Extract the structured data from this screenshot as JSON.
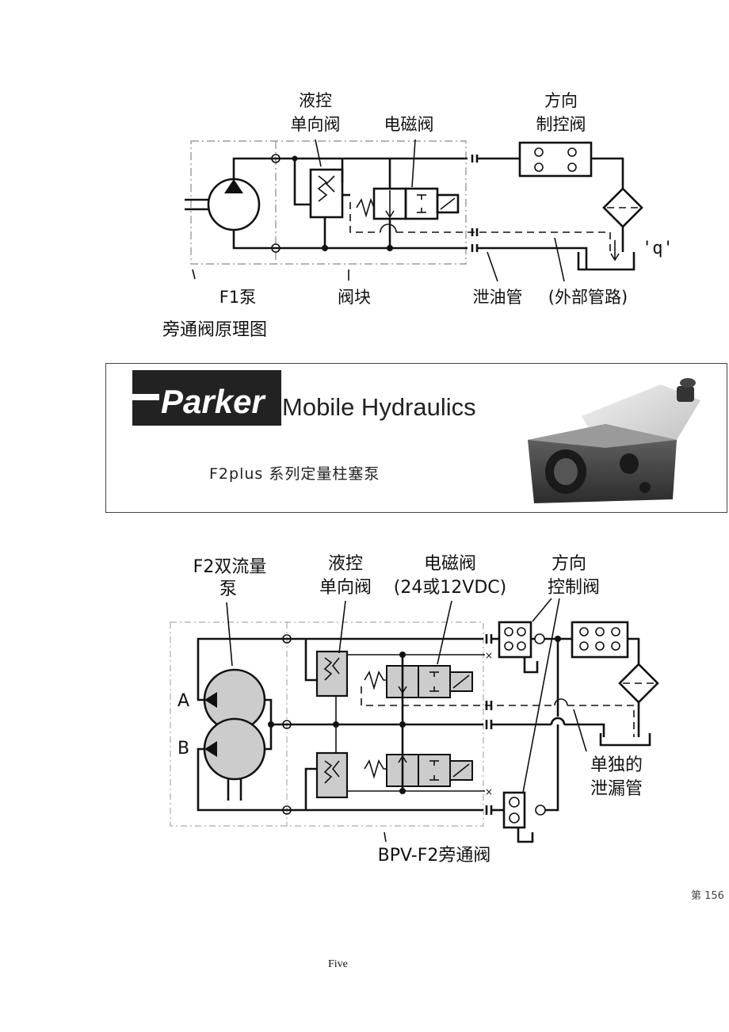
{
  "diagram1": {
    "labels": {
      "pilot_check_valve_1": "液控",
      "pilot_check_valve_2": "单向阀",
      "solenoid_valve": "电磁阀",
      "directional_valve_1": "方向",
      "directional_valve_2": "制控阀",
      "tank_q": "'q'",
      "pump": "F1泵",
      "valve_block": "阀块",
      "drain_line": "泄油管",
      "external_piping": "(外部管路)"
    },
    "caption": "旁通阀原理图"
  },
  "banner": {
    "logo_text": "Parker",
    "subtitle": "Mobile Hydraulics",
    "product_line": "F2plus 系列定量柱塞泵"
  },
  "diagram2": {
    "labels": {
      "pump_1": "F2双流量",
      "pump_2": "泵",
      "pilot_check_valve_1": "液控",
      "pilot_check_valve_2": "单向阀",
      "solenoid_valve_1": "电磁阀",
      "solenoid_valve_2": "(24或12VDC)",
      "directional_valve_1": "方向",
      "directional_valve_2": "控制阀",
      "port_a": "A",
      "port_b": "B",
      "separate_drain_1": "单独的",
      "separate_drain_2": "泄漏管",
      "bypass_valve": "BPV-F2旁通阀"
    }
  },
  "footer": {
    "page_number": "第 156",
    "word": "Five"
  }
}
